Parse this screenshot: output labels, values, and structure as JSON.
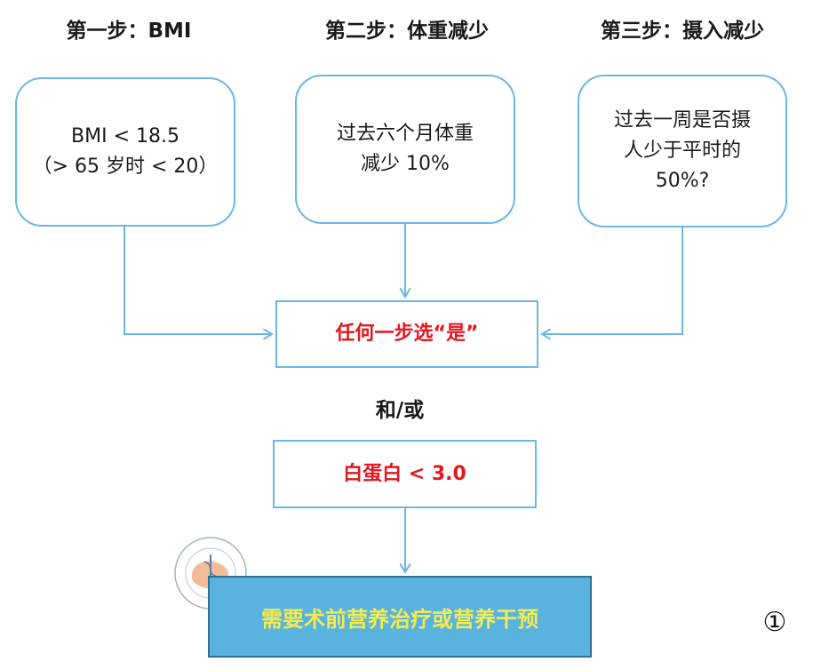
{
  "steps": [
    {
      "title": "第一步：BMI",
      "box_text": "BMI < 18.5\n（> 65 岁时 < 20）"
    },
    {
      "title": "第二步：体重减少",
      "box_text": "过去六个月体重\n减少 10%"
    },
    {
      "title": "第三步：摄入减少",
      "box_text": "过去一周是否摄\n人少于平时的\n50%?"
    }
  ],
  "merge_box": {
    "text": "任何一步选“是”"
  },
  "connector": {
    "text": "和/或"
  },
  "albumin_box": {
    "text": "白蛋白 < 3.0"
  },
  "result_box": {
    "text": "需要术前营养治疗或营养干预"
  },
  "figure_marker": "①",
  "colors": {
    "line": "#6bb6e6",
    "alert_text": "#e1181f",
    "result_fill": "#5ab2df",
    "result_text": "#f2ec50"
  }
}
